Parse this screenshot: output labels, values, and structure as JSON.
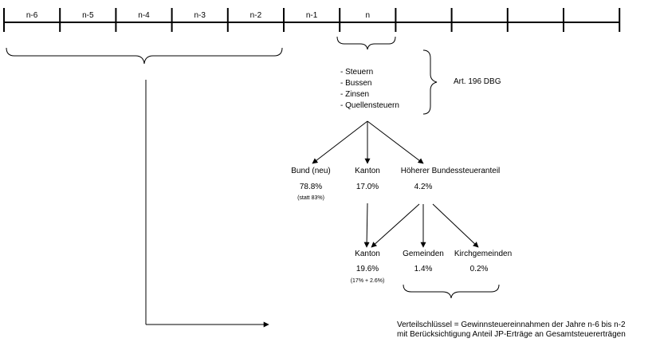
{
  "timeline": {
    "labels": [
      "n-6",
      "n-5",
      "n-4",
      "n-3",
      "n-2",
      "n-1",
      "n",
      "",
      "",
      "",
      ""
    ]
  },
  "sources": {
    "items": [
      "- Steuern",
      "- Bussen",
      "- Zinsen",
      "- Quellensteuern"
    ],
    "law_reference": "Art. 196 DBG"
  },
  "level1": {
    "bund": {
      "label": "Bund (neu)",
      "value": "78.8%",
      "note": "(statt 83%)"
    },
    "kanton": {
      "label": "Kanton",
      "value": "17.0%"
    },
    "hoeherer": {
      "label": "Höherer Bundessteueranteil",
      "value": "4.2%"
    }
  },
  "level2": {
    "kanton": {
      "label": "Kanton",
      "value": "19.6%",
      "note": "(17% + 2.6%)"
    },
    "gemeinden": {
      "label": "Gemeinden",
      "value": "1.4%"
    },
    "kirchgemeinden": {
      "label": "Kirchgemeinden",
      "value": "0.2%"
    }
  },
  "footnote": {
    "line1": "Verteilschlüssel = Gewinnsteuereinnahmen der Jahre n-6 bis n-2",
    "line2": "mit Berücksichtigung Anteil JP-Erträge an Gesamtsteuererträgen"
  }
}
